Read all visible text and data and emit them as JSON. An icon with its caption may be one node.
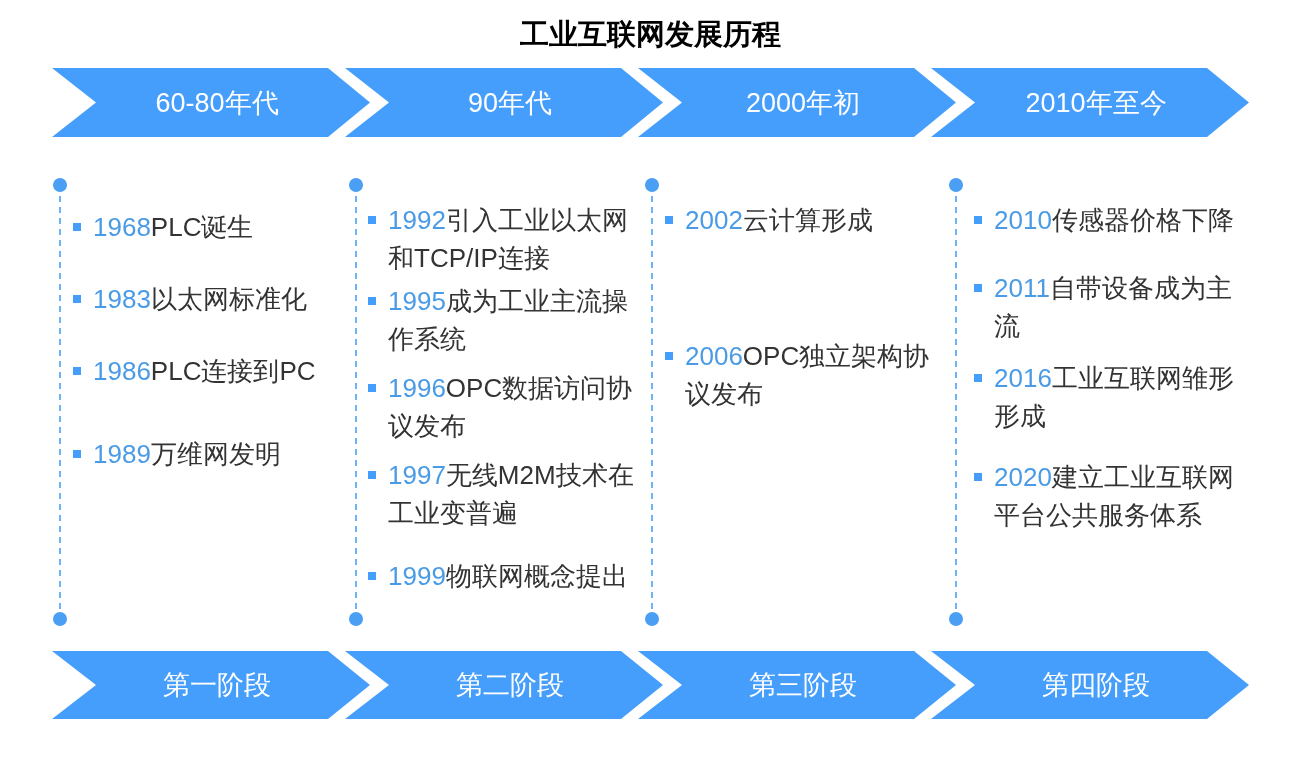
{
  "diagram": {
    "title": "工业互联网发展历程",
    "nodes": [
      {
        "text": [
          "60-80年代"
        ]
      },
      {
        "text": [
          "90年代"
        ]
      },
      {
        "text": [
          "2000年初"
        ]
      },
      {
        "text": [
          "2010年至今"
        ]
      },
      {
        "text": [
          "第一阶段"
        ]
      },
      {
        "text": [
          "第二阶段"
        ]
      },
      {
        "text": [
          "第三阶段"
        ]
      },
      {
        "text": [
          "第四阶段"
        ]
      }
    ],
    "labels": [
      "1968PLC诞生",
      "1983以太网标准化",
      "1986PLC连接到PC",
      "1989万维网发明",
      "1992引入工业以太网和TCP/IP连接",
      "1995成为工业主流操作系统",
      "1996OPC数据访问协议发布",
      "1997无线M2M技术在工业变普遍",
      "1999物联网概念提出",
      "2002云计算形成",
      "2006OPC独立架构协议发布",
      "2010传感器价格下降",
      "2011自带设备成为主流",
      "2016工业互联网雏形形成",
      "2020建立工业互联网平台公共服务体系"
    ]
  }
}
